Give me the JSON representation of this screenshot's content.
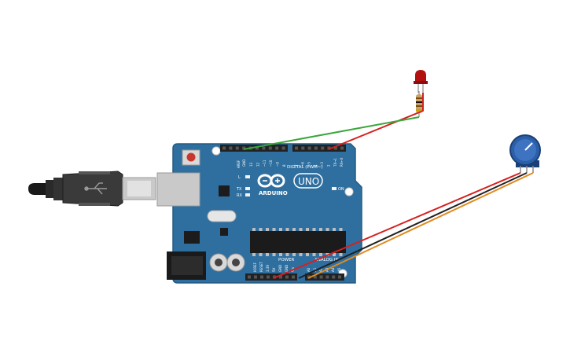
{
  "board": {
    "brand": "ARDUINO",
    "model": "UNO",
    "digital_header": "DIGITAL (PWM~)",
    "power_header": "POWER",
    "analog_header": "ANALOG IN",
    "on_label": "ON",
    "l_label": "L",
    "tx_label": "TX",
    "rx_label": "RX",
    "aref_label": "AREF",
    "gnd_label": "GND",
    "digital_pins": [
      "13",
      "12",
      "~11",
      "~10",
      "~9",
      "8",
      "7",
      "~6",
      "~5",
      "4",
      "~3",
      "2",
      "TX→1",
      "RX←0"
    ],
    "power_pins": [
      "IOREF",
      "RESET",
      "3.3V",
      "5V",
      "GND",
      "GND",
      "Vin"
    ],
    "analog_pins": [
      "A0",
      "A1",
      "A2",
      "A3",
      "A4",
      "A5"
    ],
    "color": "#2f6f9f"
  },
  "components": {
    "led_color": "#b31010",
    "resistor_color": "#c8a36a",
    "potentiometer_color": "#2b5fa8"
  },
  "wires": {
    "led_anode_color": "#d62020",
    "led_ground_color": "#3aa63a",
    "pot_red_color": "#d62020",
    "pot_black_color": "#222222",
    "pot_orange_color": "#e08a1e"
  }
}
